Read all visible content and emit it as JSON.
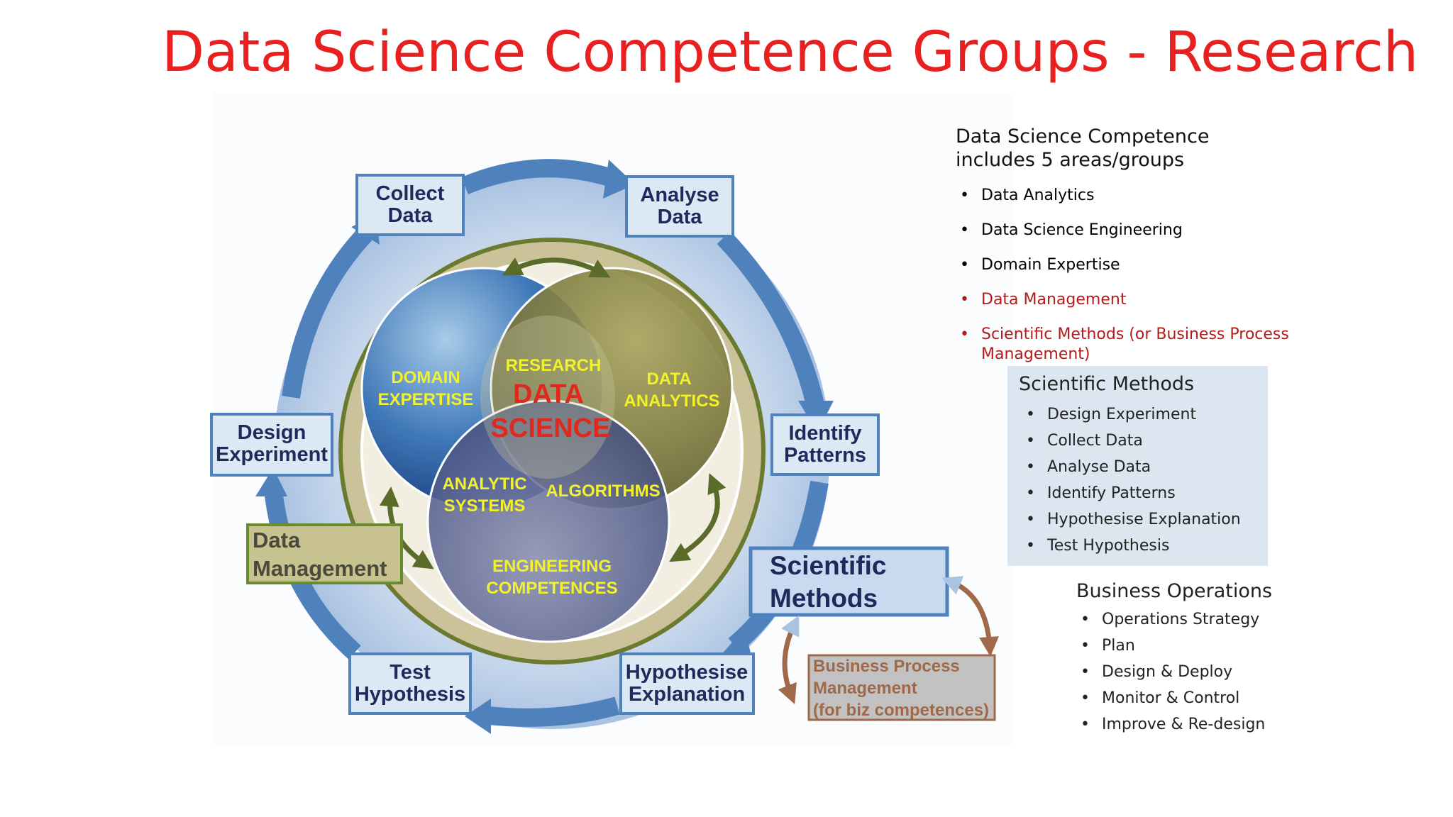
{
  "title": "Data Science Competence Groups - Research",
  "diagram": {
    "cycle_steps": {
      "collect_data": [
        "Collect",
        "Data"
      ],
      "analyse_data": [
        "Analyse",
        "Data"
      ],
      "identify_patterns": [
        "Identify",
        "Patterns"
      ],
      "hypothesise_explanation": [
        "Hypothesise",
        "Explanation"
      ],
      "test_hypothesis": [
        "Test",
        "Hypothesis"
      ],
      "design_experiment": [
        "Design",
        "Experiment"
      ]
    },
    "data_management": [
      "Data",
      "Management"
    ],
    "scientific_methods": [
      "Scientific",
      "Methods"
    ],
    "business_process": [
      "Business Process",
      "Management",
      "(for biz competences)"
    ],
    "venn": {
      "domain_expertise": [
        "DOMAIN",
        "EXPERTISE"
      ],
      "research": "RESEARCH",
      "data_science": [
        "DATA",
        "SCIENCE"
      ],
      "data_analytics": [
        "DATA",
        "ANALYTICS"
      ],
      "analytic_systems": [
        "ANALYTIC",
        "SYSTEMS"
      ],
      "algorithms": "ALGORITHMS",
      "engineering_competences": [
        "ENGINEERING",
        "COMPETENCES"
      ]
    },
    "colors": {
      "title_red": "#e8201f",
      "step_box_fill": "#dde8f5",
      "step_box_stroke": "#4f81bd",
      "step_text": "#1f2a5c",
      "venn_label_yellow": "#f2f22a",
      "data_science_red": "#e0281c",
      "ring_arrow_blue": "#4f81bd",
      "inner_green_arrow": "#5a6b2a"
    }
  },
  "panel": {
    "intro": "Data Science Competence includes 5 areas/groups",
    "groups": [
      "Data Analytics",
      "Data Science Engineering",
      "Domain Expertise",
      "Data Management",
      "Scientific Methods (or Business Process Management)"
    ],
    "highlight_color": "#b31b1b",
    "scientific_methods": {
      "title": "Scientific Methods",
      "items": [
        "Design Experiment",
        "Collect Data",
        "Analyse Data",
        "Identify Patterns",
        "Hypothesise Explanation",
        "Test Hypothesis"
      ]
    },
    "business_operations": {
      "title": "Business Operations",
      "items": [
        "Operations Strategy",
        "Plan",
        "Design & Deploy",
        "Monitor & Control",
        "Improve & Re-design"
      ]
    }
  }
}
